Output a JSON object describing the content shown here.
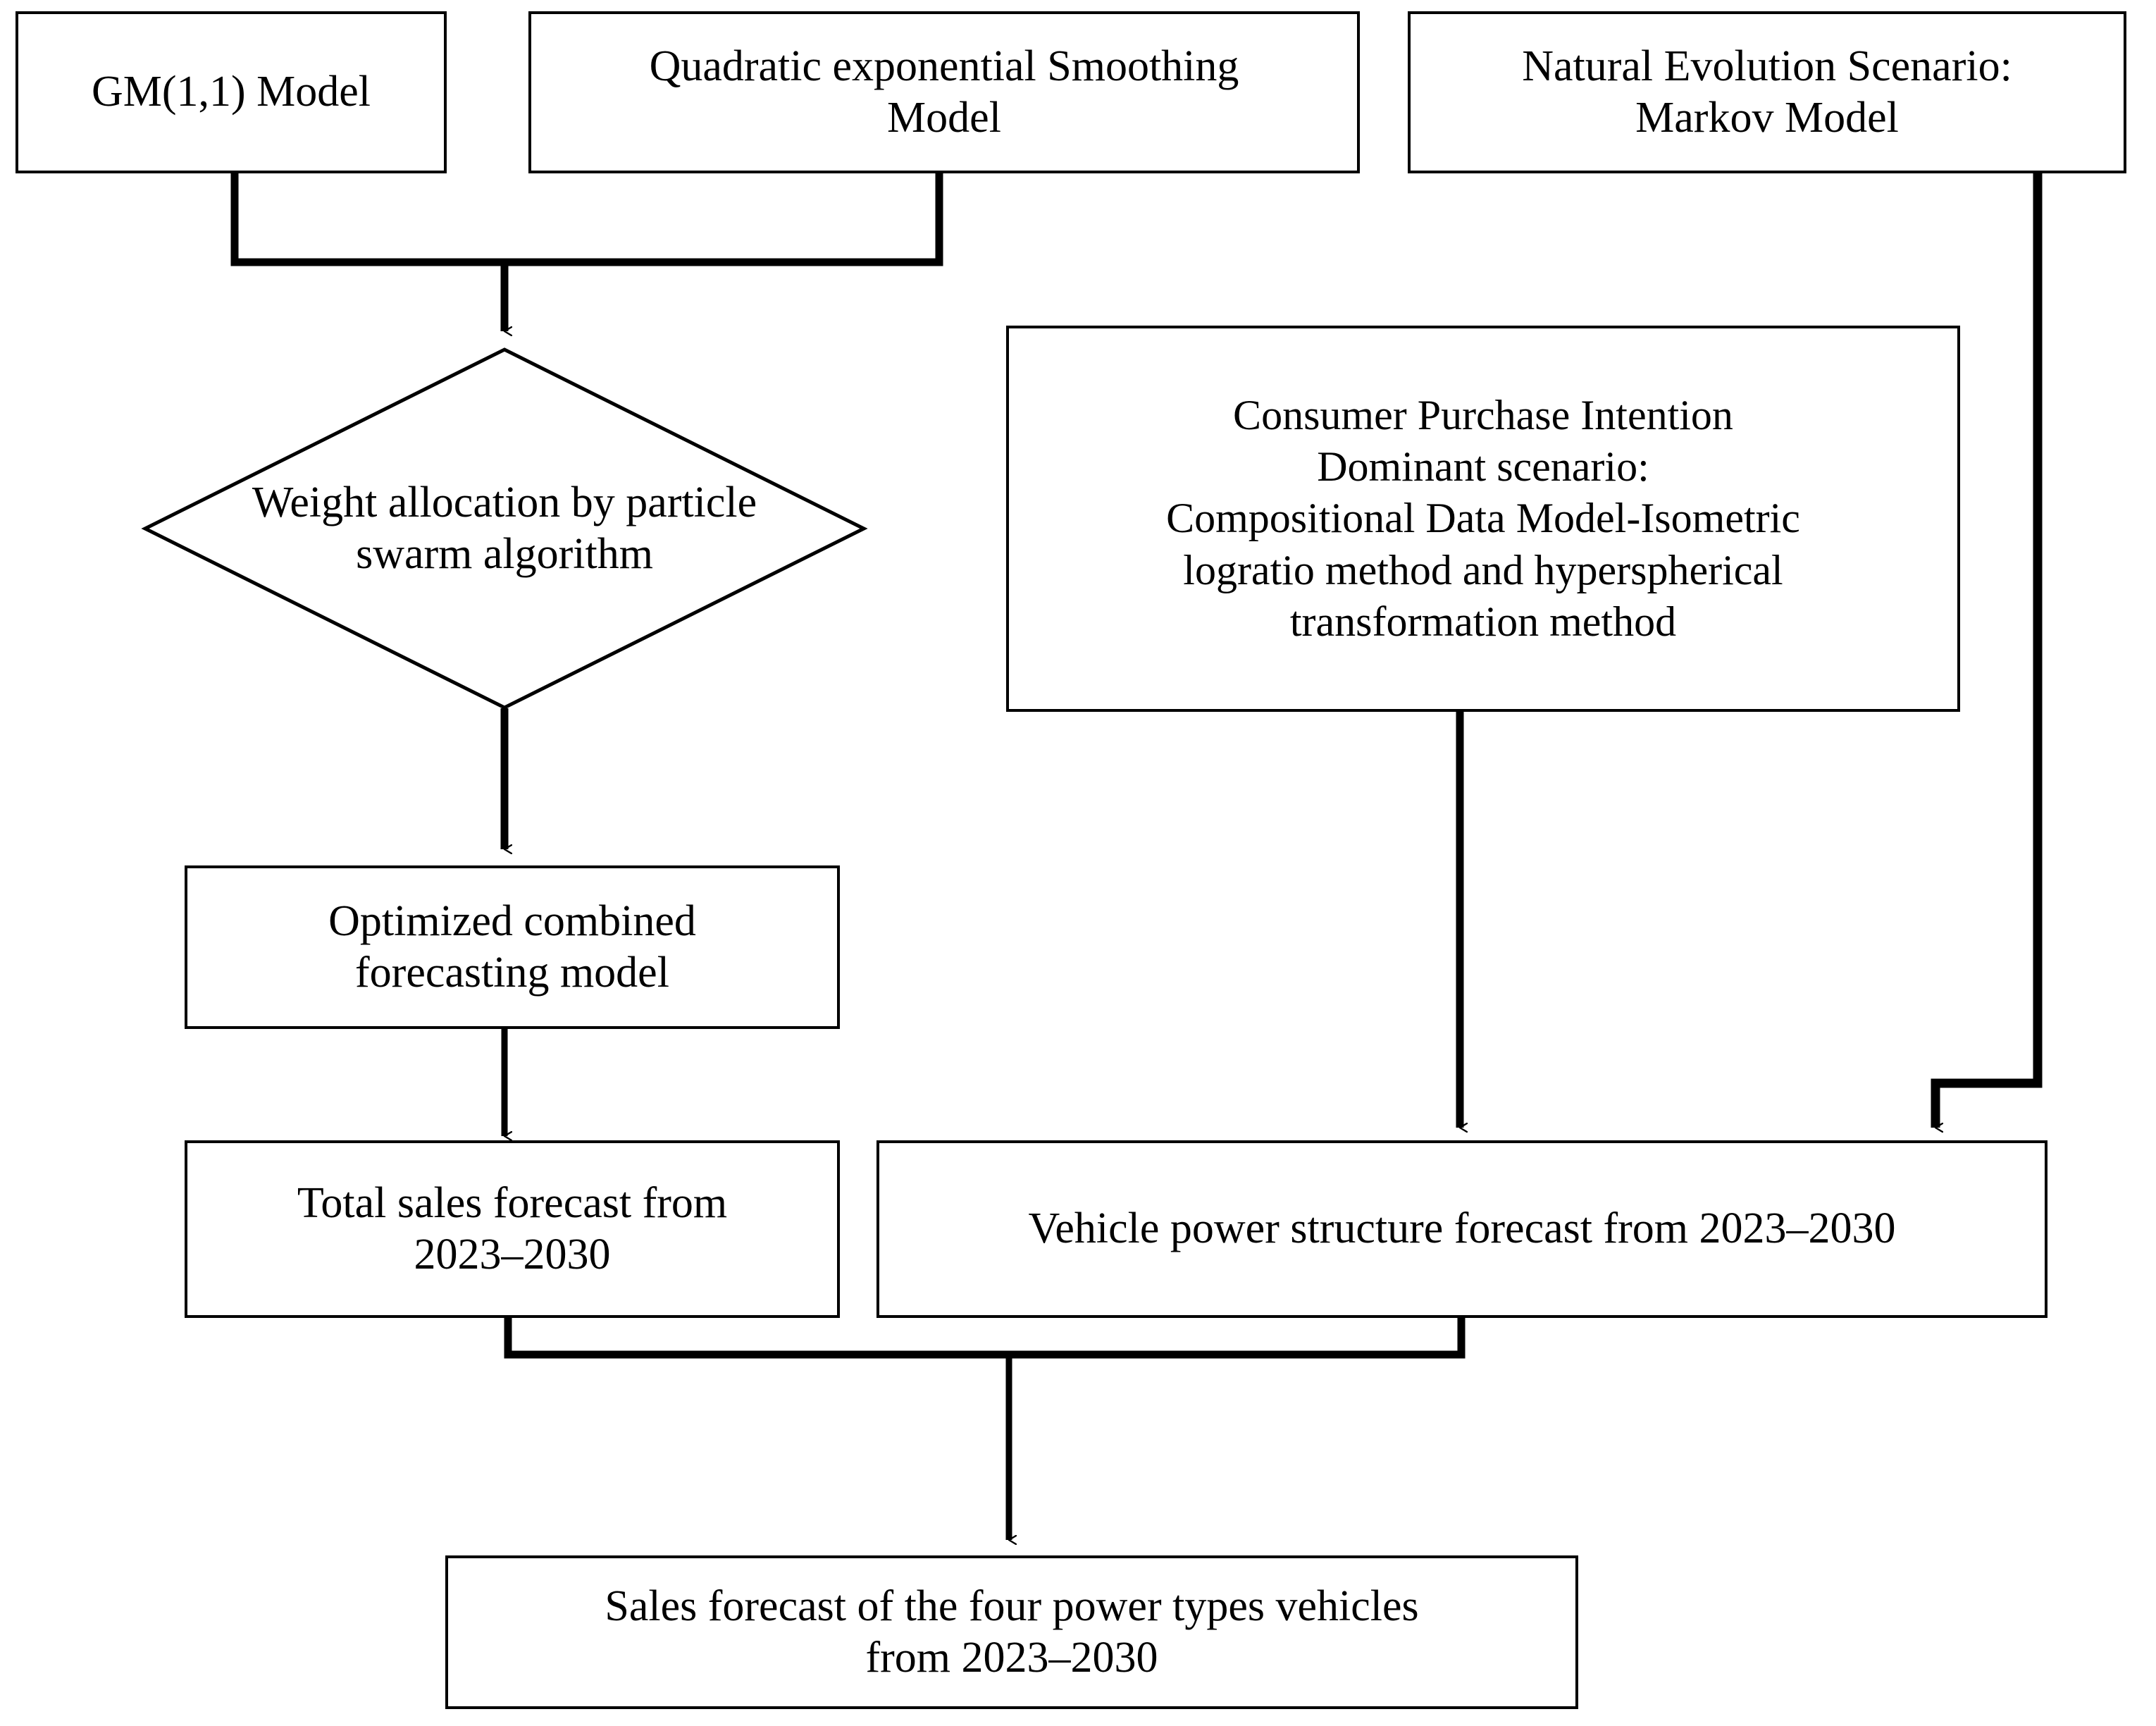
{
  "diagram": {
    "title": "Sales forecasting methodology flowchart",
    "background_color": "#ffffff",
    "line_color": "#000000",
    "text_color": "#000000",
    "nodes": {
      "gm_model": {
        "label": "GM(1,1) Model",
        "shape": "rectangle"
      },
      "quadratic_smoothing": {
        "label": "Quadratic exponential Smoothing\nModel",
        "shape": "rectangle"
      },
      "markov_model": {
        "label": "Natural Evolution Scenario:\nMarkov Model",
        "shape": "rectangle"
      },
      "weight_allocation": {
        "label": "Weight allocation by particle\nswarm algorithm",
        "shape": "diamond"
      },
      "consumer_intention": {
        "label": "Consumer Purchase Intention\nDominant scenario:\nCompositional Data Model-Isometric\nlogratio method and hyperspherical\ntransformation method",
        "shape": "rectangle"
      },
      "optimized_model": {
        "label": "Optimized combined\nforecasting model",
        "shape": "rectangle"
      },
      "total_sales_forecast": {
        "label": "Total sales forecast from\n2023–2030",
        "shape": "rectangle"
      },
      "vehicle_power_structure": {
        "label": "Vehicle power structure forecast from 2023–2030",
        "shape": "rectangle"
      },
      "final_forecast": {
        "label": "Sales forecast of the four power types vehicles\nfrom 2023–2030",
        "shape": "rectangle"
      }
    },
    "edges": [
      {
        "from": "gm_model",
        "to": "weight_allocation",
        "style": "elbow-merge-arrow"
      },
      {
        "from": "quadratic_smoothing",
        "to": "weight_allocation",
        "style": "elbow-merge-arrow"
      },
      {
        "from": "weight_allocation",
        "to": "optimized_model",
        "style": "straight-arrow"
      },
      {
        "from": "optimized_model",
        "to": "total_sales_forecast",
        "style": "straight-arrow"
      },
      {
        "from": "consumer_intention",
        "to": "vehicle_power_structure",
        "style": "straight-arrow"
      },
      {
        "from": "markov_model",
        "to": "vehicle_power_structure",
        "style": "elbow-arrow"
      },
      {
        "from": "total_sales_forecast",
        "to": "final_forecast",
        "style": "elbow-merge-arrow"
      },
      {
        "from": "vehicle_power_structure",
        "to": "final_forecast",
        "style": "elbow-merge-arrow"
      }
    ]
  }
}
